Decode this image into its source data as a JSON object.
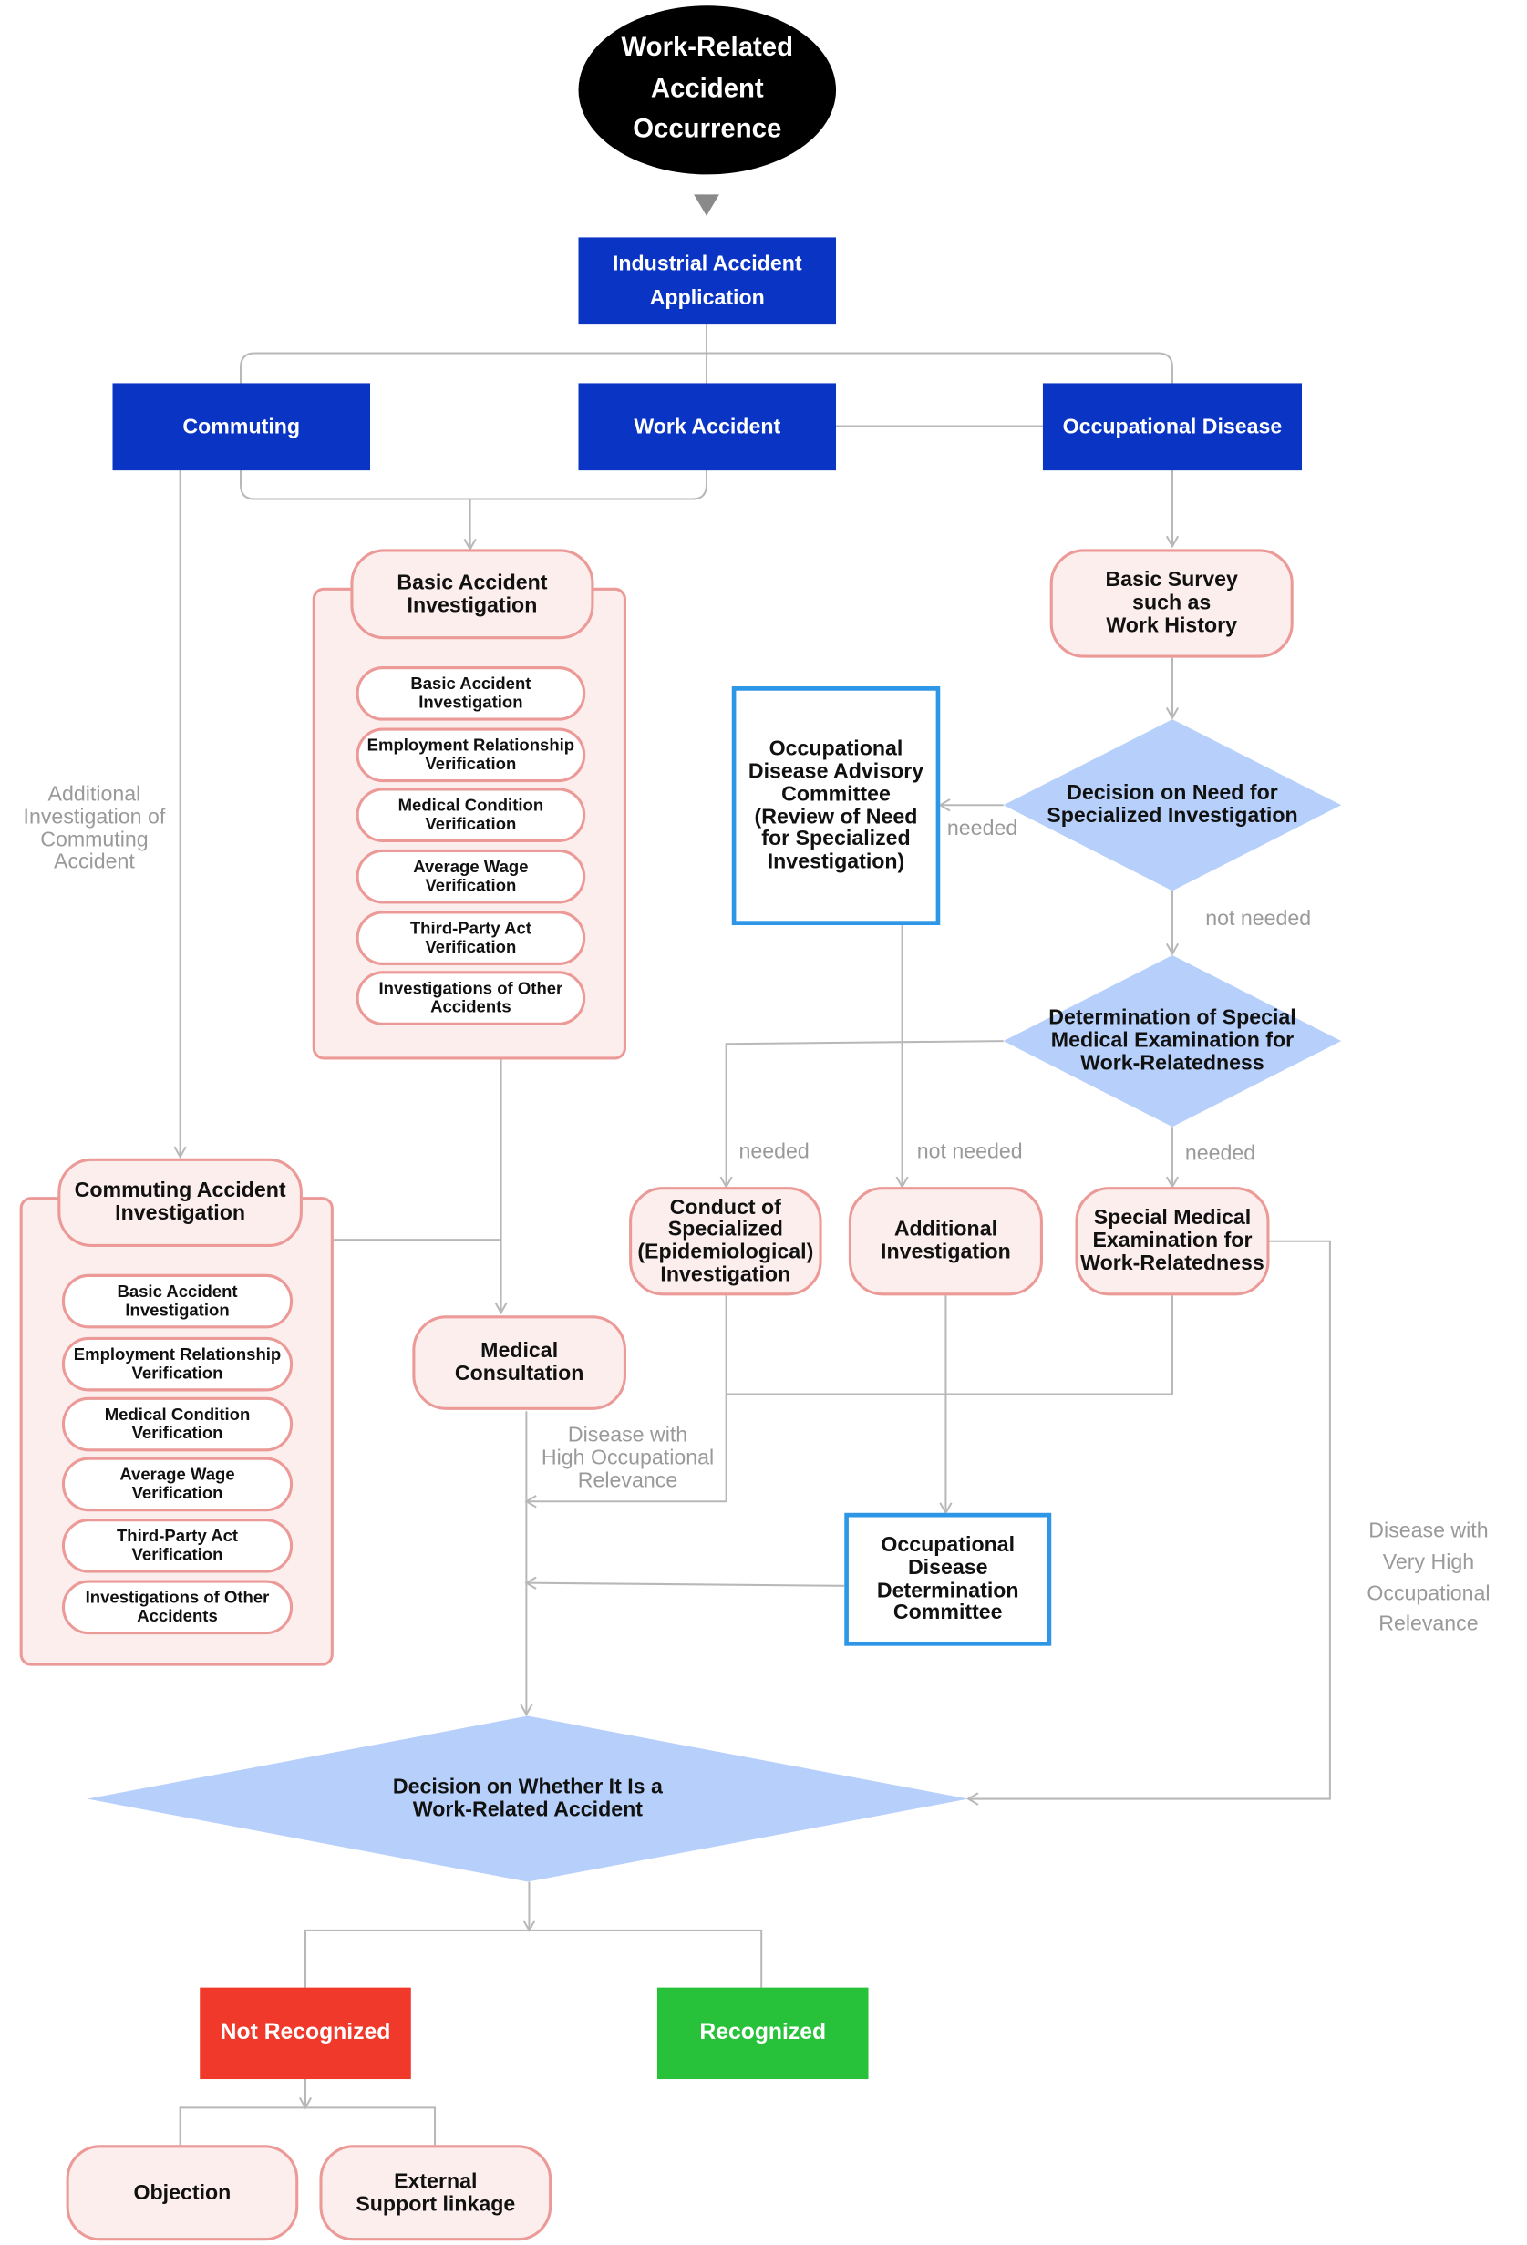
{
  "nodes": {
    "start": "Work-Related\nAccident\nOccurrence",
    "application": "Industrial Accident\nApplication",
    "commuting": "Commuting",
    "work_accident": "Work Accident",
    "occupational_disease": "Occupational Disease",
    "basic_accident_investigation": "Basic Accident\nInvestigation",
    "basic_survey": "Basic Survey\nsuch as\nWork History",
    "decision_specialized": "Decision on Need for\nSpecialized Investigation",
    "advisory_committee": "Occupational\nDisease Advisory\nCommittee\n(Review of Need\nfor Specialized\nInvestigation)",
    "determination_special": "Determination of Special\nMedical Examination for\nWork-Relatedness",
    "commuting_investigation": "Commuting Accident\nInvestigation",
    "conduct_specialized": "Conduct of\nSpecialized\n(Epidemiological)\nInvestigation",
    "additional_investigation": "Additional\nInvestigation",
    "special_medical": "Special Medical\nExamination for\nWork-Relatedness",
    "medical_consultation": "Medical\nConsultation",
    "determination_committee": "Occupational\nDisease\nDetermination\nCommittee",
    "decision_final": "Decision on Whether It Is a\nWork-Related Accident",
    "not_recognized": "Not Recognized",
    "recognized": "Recognized",
    "objection": "Objection",
    "external_support": "External\nSupport linkage"
  },
  "sub_items": [
    "Basic Accident\nInvestigation",
    "Employment Relationship\nVerification",
    "Medical Condition\nVerification",
    "Average Wage\nVerification",
    "Third-Party Act\nVerification",
    "Investigations of Other\nAccidents"
  ],
  "labels": {
    "additional_commuting": "Additional\nInvestigation of\nCommuting\nAccident",
    "needed_1": "needed",
    "not_needed_1": "not needed",
    "needed_2": "needed",
    "not_needed_2": "not needed",
    "needed_3": "needed",
    "high_relevance": "Disease with\nHigh Occupational\nRelevance",
    "very_high_relevance": "Disease with\nVery High\nOccupational\nRelevance"
  },
  "colors": {
    "start": "#000000",
    "category": "#0a34c4",
    "pill_fill": "#fdeeee",
    "pill_border": "#eb9a97",
    "committee_border": "#2e96e6",
    "decision": "#b7d0fb",
    "not_recognized": "#f0382b",
    "recognized": "#27c23a",
    "connector": "#b8b8b8"
  }
}
